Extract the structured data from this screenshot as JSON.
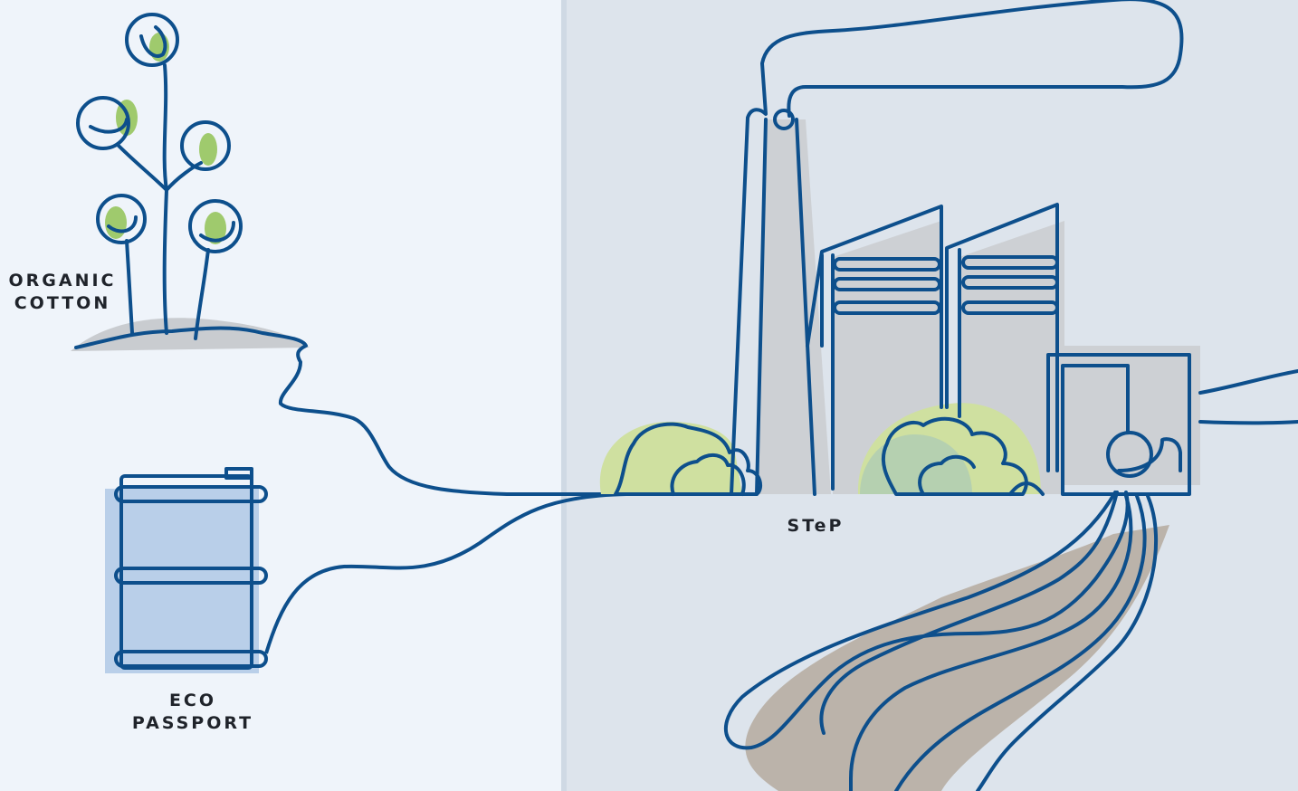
{
  "labels": {
    "organic_cotton": [
      "ORGANIC",
      "COTTON"
    ],
    "eco_passport": [
      "ECO",
      "PASSPORT"
    ],
    "step": "STeP"
  },
  "colors": {
    "line_blue": "#0d4f8c",
    "leaf_green": "#cfe0a0",
    "leaf_green_dark": "#8bbf4a",
    "soil_gray": "#c9ccd0",
    "barrel_fill": "#b9cfe9",
    "building_gray": "#cdd0d4",
    "river_brown": "#bbb3aa",
    "panel_left": "#eff4fa",
    "panel_right": "#dde4ec"
  },
  "icons": [
    "cotton-plant-icon",
    "barrel-icon",
    "factory-icon",
    "river-icon"
  ]
}
